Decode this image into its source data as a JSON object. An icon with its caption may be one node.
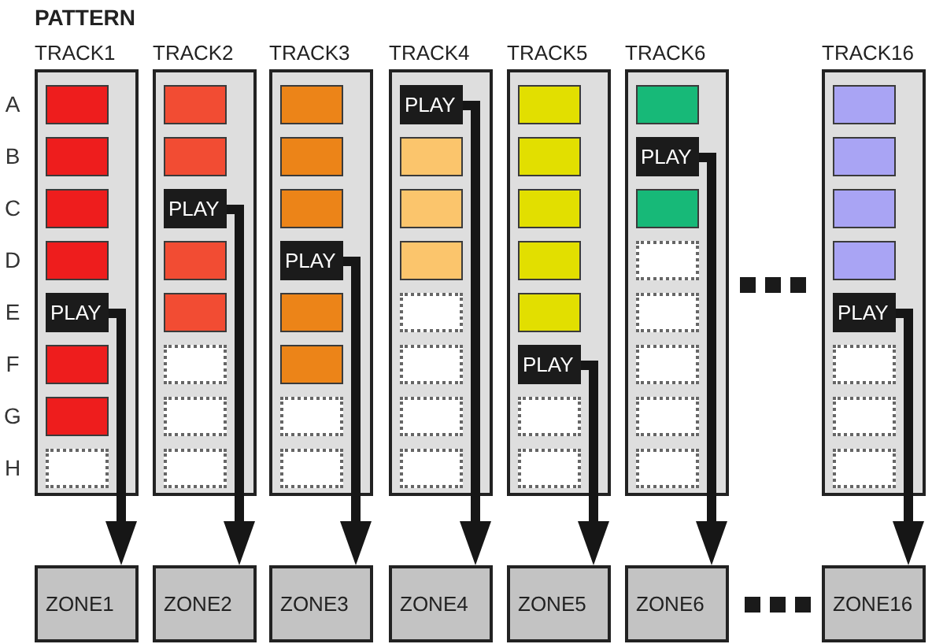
{
  "diagram": {
    "title": "PATTERN",
    "nodes": [
      {
        "text": [
          "TRACK1"
        ]
      },
      {
        "text": [],
        "shape": "box",
        "in": 0
      },
      {
        "text": [],
        "shape": "box",
        "in": 0
      },
      {
        "text": [],
        "shape": "box",
        "in": 0
      },
      {
        "text": [],
        "shape": "box",
        "in": 0
      },
      {
        "text": [
          "PLAY"
        ],
        "in": 0
      },
      {
        "text": [],
        "shape": "box",
        "in": 0
      },
      {
        "text": [],
        "shape": "box",
        "in": 0
      },
      {
        "text": [],
        "shape": "box",
        "in": 0
      },
      {
        "text": [
          "TRACK2"
        ]
      },
      {
        "text": [],
        "shape": "box",
        "in": 9
      },
      {
        "text": [],
        "shape": "box",
        "in": 9
      },
      {
        "text": [
          "PLAY"
        ],
        "in": 9
      },
      {
        "text": [],
        "shape": "box",
        "in": 9
      },
      {
        "text": [],
        "shape": "box",
        "in": 9
      },
      {
        "text": [],
        "shape": "box",
        "in": 9
      },
      {
        "text": [],
        "shape": "box",
        "in": 9
      },
      {
        "text": [],
        "shape": "box",
        "in": 9
      },
      {
        "text": [
          "TRACK3"
        ]
      },
      {
        "text": [],
        "shape": "box",
        "in": 18
      },
      {
        "text": [],
        "shape": "box",
        "in": 18
      },
      {
        "text": [],
        "shape": "box",
        "in": 18
      },
      {
        "text": [
          "PLAY"
        ],
        "in": 18
      },
      {
        "text": [],
        "shape": "box",
        "in": 18
      },
      {
        "text": [],
        "shape": "box",
        "in": 18
      },
      {
        "text": [],
        "shape": "box",
        "in": 18
      },
      {
        "text": [],
        "shape": "box",
        "in": 18
      },
      {
        "text": [
          "TRACK4"
        ]
      },
      {
        "text": [
          "PLAY"
        ],
        "in": 27
      },
      {
        "text": [],
        "shape": "box",
        "in": 27
      },
      {
        "text": [],
        "shape": "box",
        "in": 27
      },
      {
        "text": [],
        "shape": "box",
        "in": 27
      },
      {
        "text": [],
        "shape": "box",
        "in": 27
      },
      {
        "text": [],
        "shape": "box",
        "in": 27
      },
      {
        "text": [],
        "shape": "box",
        "in": 27
      },
      {
        "text": [],
        "shape": "box",
        "in": 27
      },
      {
        "text": [
          "TRACK5"
        ]
      },
      {
        "text": [],
        "shape": "box",
        "in": 36
      },
      {
        "text": [],
        "shape": "box",
        "in": 36
      },
      {
        "text": [],
        "shape": "box",
        "in": 36
      },
      {
        "text": [],
        "shape": "box",
        "in": 36
      },
      {
        "text": [],
        "shape": "box",
        "in": 36
      },
      {
        "text": [
          "PLAY"
        ],
        "in": 36
      },
      {
        "text": [],
        "shape": "box",
        "in": 36
      },
      {
        "text": [],
        "shape": "box",
        "in": 36
      },
      {
        "text": [
          "TRACK6"
        ]
      },
      {
        "text": [],
        "shape": "box",
        "in": 45
      },
      {
        "text": [
          "PLAY"
        ],
        "in": 45
      },
      {
        "text": [],
        "shape": "box",
        "in": 45
      },
      {
        "text": [],
        "shape": "box",
        "in": 45
      },
      {
        "text": [],
        "shape": "box",
        "in": 45
      },
      {
        "text": [],
        "shape": "box",
        "in": 45
      },
      {
        "text": [],
        "shape": "box",
        "in": 45
      },
      {
        "text": [],
        "shape": "box",
        "in": 45
      },
      {
        "text": [
          "TRACK16"
        ]
      },
      {
        "text": [],
        "shape": "box",
        "in": 54
      },
      {
        "text": [],
        "shape": "box",
        "in": 54
      },
      {
        "text": [],
        "shape": "box",
        "in": 54
      },
      {
        "text": [],
        "shape": "box",
        "in": 54
      },
      {
        "text": [
          "PLAY"
        ],
        "in": 54
      },
      {
        "text": [],
        "shape": "box",
        "in": 54
      },
      {
        "text": [],
        "shape": "box",
        "in": 54
      },
      {
        "text": [],
        "shape": "box",
        "in": 54
      },
      {
        "text": [
          "ZONE1"
        ]
      },
      {
        "text": [
          "ZONE2"
        ]
      },
      {
        "text": [
          "ZONE3"
        ]
      },
      {
        "text": [
          "ZONE4"
        ]
      },
      {
        "text": [
          "ZONE5"
        ]
      },
      {
        "text": [
          "ZONE6"
        ]
      },
      {
        "text": [
          "ZONE16"
        ]
      }
    ],
    "edges": [
      {
        "from": 5,
        "to": 63,
        "arrow": "to"
      },
      {
        "from": 12,
        "to": 64,
        "arrow": "to"
      },
      {
        "from": 22,
        "to": 65,
        "arrow": "to"
      },
      {
        "from": 28,
        "to": 66,
        "arrow": "to"
      },
      {
        "from": 42,
        "to": 67,
        "arrow": "to"
      },
      {
        "from": 47,
        "to": 68,
        "arrow": "to"
      },
      {
        "from": 59,
        "to": 69,
        "arrow": "to"
      }
    ],
    "labels": [
      "A",
      "B",
      "C",
      "D",
      "E",
      "F",
      "G",
      "H"
    ]
  }
}
